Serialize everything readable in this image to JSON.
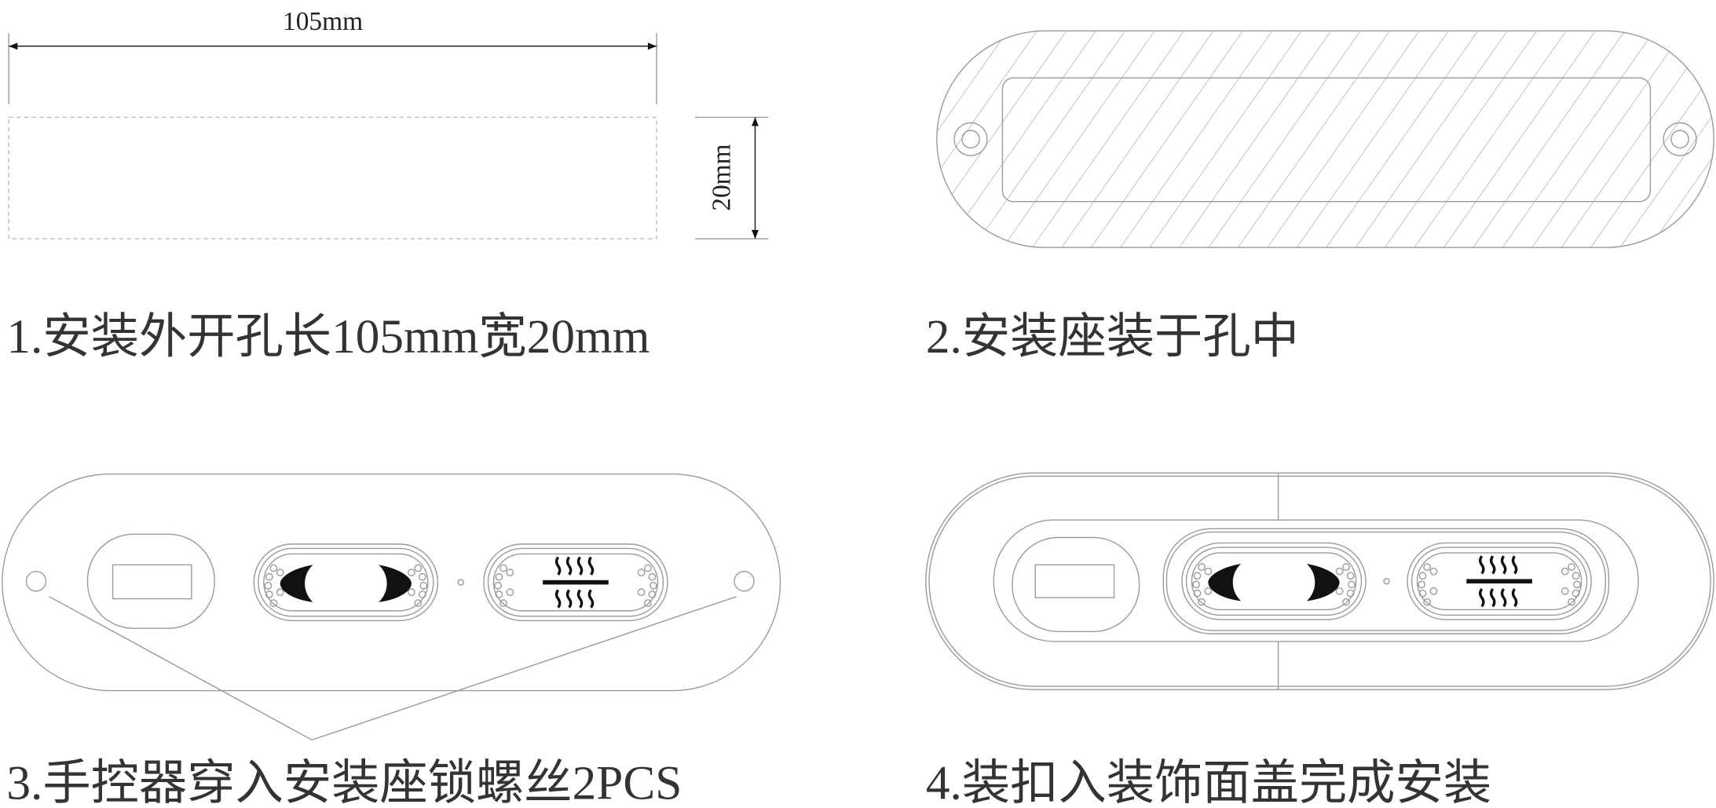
{
  "step1": {
    "width_label": "105mm",
    "height_label": "20mm",
    "caption": "1.安装外开孔长105mm宽20mm"
  },
  "step2": {
    "caption": "2.安装座装于孔中"
  },
  "step3": {
    "caption": "3.手控器穿入安装座锁螺丝2PCS"
  },
  "step4": {
    "caption": "4.装扣入装饰面盖完成安装"
  },
  "icons": {
    "button_left": "arrow-left-crescent-icon",
    "button_right": "arrow-right-crescent-icon",
    "button_heat": "heat-icon"
  }
}
